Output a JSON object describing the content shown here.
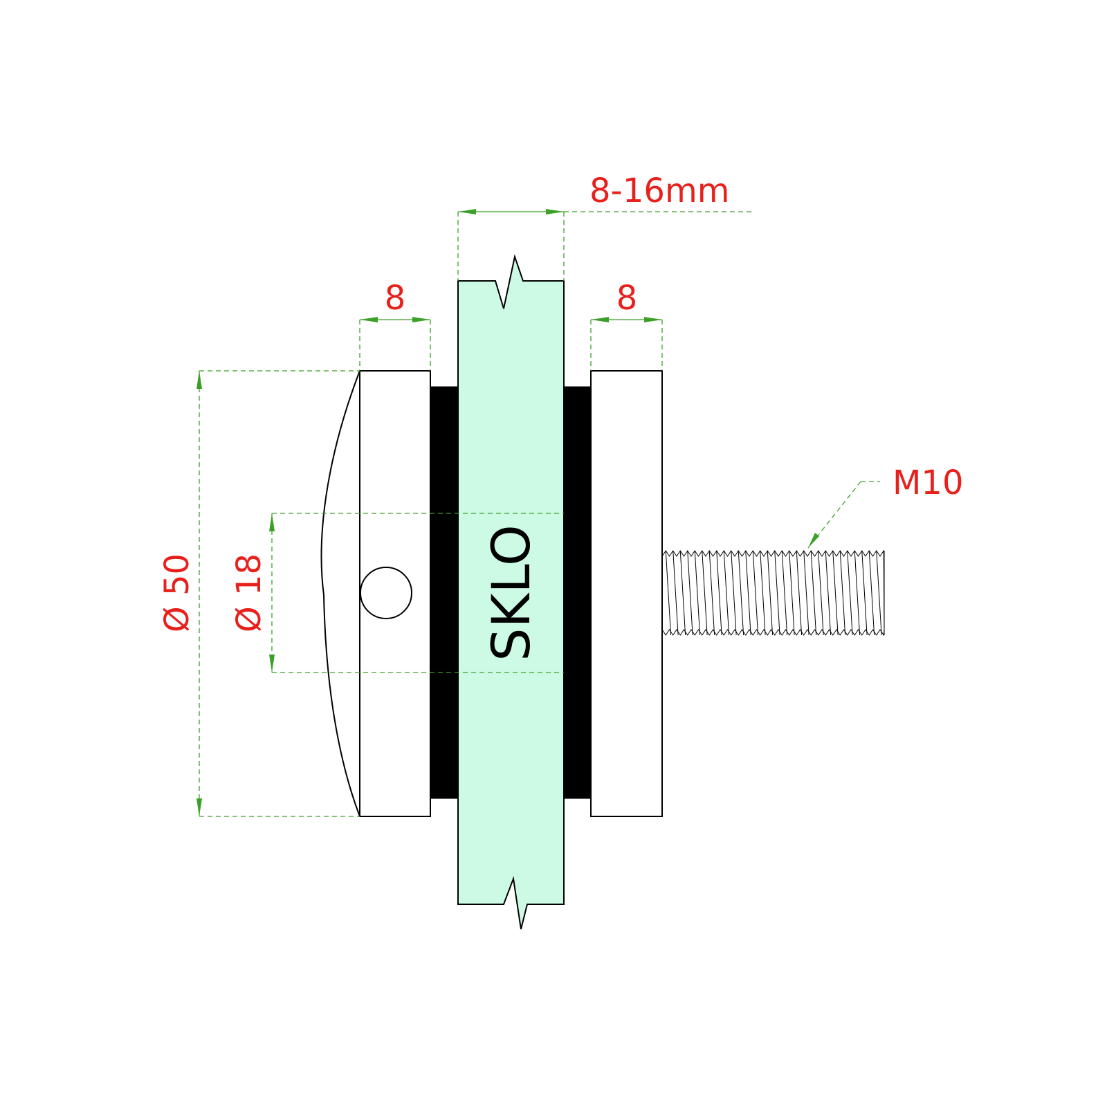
{
  "labels": {
    "glass": "SKLO",
    "glass_range": "8-16mm",
    "left_disc_thickness": "8",
    "right_disc_thickness": "8",
    "outer_diameter": "Ø 50",
    "inner_diameter": "Ø 18",
    "thread": "M10"
  },
  "colors": {
    "dimension_text": "#e8201c",
    "dimension_line": "#3ca028",
    "glass_fill": "#ccfae4",
    "gasket_fill": "#000000",
    "outline": "#000000"
  }
}
